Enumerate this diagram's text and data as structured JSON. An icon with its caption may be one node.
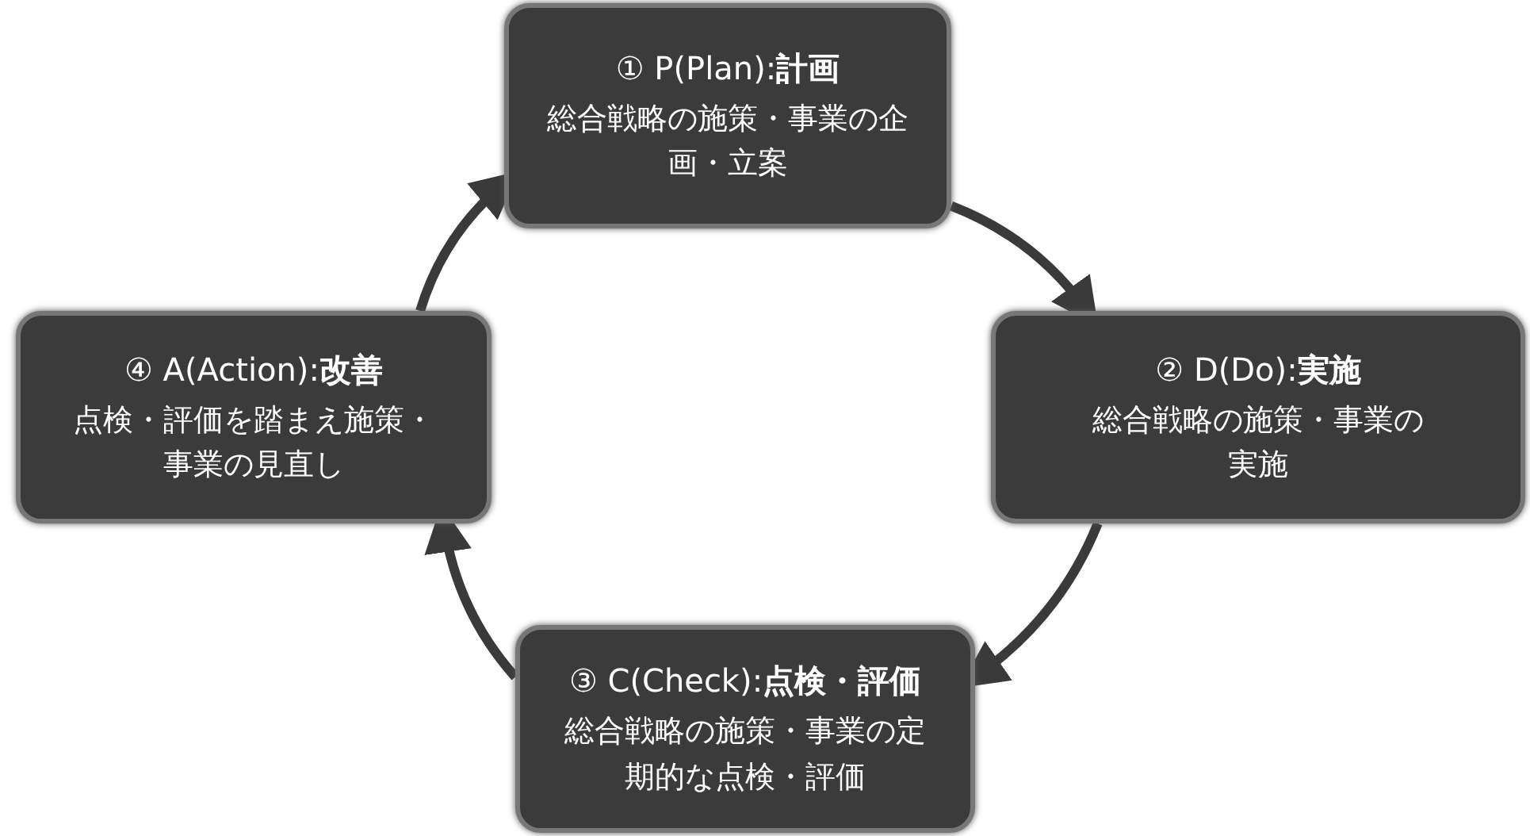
{
  "diagram": {
    "nodes": [
      {
        "text": [
          "① P(Plan):**計画**",
          "総合戦略の施策・事業の企画・立案"
        ]
      },
      {
        "text": [
          "② D(Do):**実施**",
          "総合戦略の施策・事業の実施"
        ]
      },
      {
        "text": [
          "③ C(Check):**点検・評価**",
          "総合戦略の施策・事業の定期的な点検・評価"
        ]
      },
      {
        "text": [
          "④ A(Action):**改善**",
          "点検・評価を踏まえ施策・事業の見直し"
        ]
      }
    ],
    "edges": [
      {
        "from": 0,
        "to": 1,
        "arrow": "to"
      },
      {
        "from": 1,
        "to": 2,
        "arrow": "to"
      },
      {
        "from": 2,
        "to": 3,
        "arrow": "to"
      },
      {
        "from": 3,
        "to": 0,
        "arrow": "to"
      }
    ]
  }
}
